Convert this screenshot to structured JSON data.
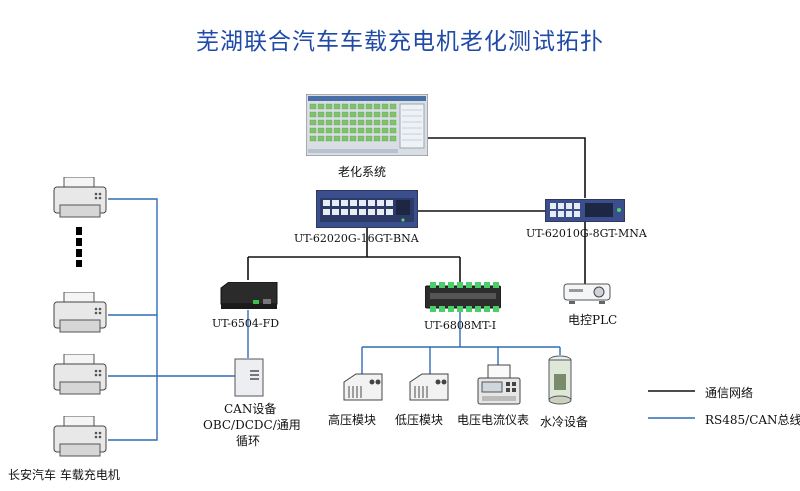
{
  "title": "芜湖联合汽车车载充电机老化测试拓扑",
  "nodes": {
    "aging_system": "老化系统",
    "switch_main": "UT-62020G-16GT-BNA",
    "switch_right": "UT-62010G-8GT-MNA",
    "plc": "电控PLC",
    "gateway_can": "UT-6504-FD",
    "io_module": "UT-6808MT-I",
    "can_device_line1": "CAN设备",
    "can_device_line2": "OBC/DCDC/通用",
    "can_device_line3": "循环",
    "hv_module": "高压模块",
    "lv_module": "低压模块",
    "meter": "电压电流仪表",
    "cooler": "水冷设备",
    "chargers": "长安汽车 车载充电机"
  },
  "legend": {
    "network": "通信网络",
    "bus": "RS485/CAN总线"
  },
  "colors": {
    "network_line": "#111111",
    "bus_line": "#2f6db5",
    "title": "#1f4aa8"
  }
}
